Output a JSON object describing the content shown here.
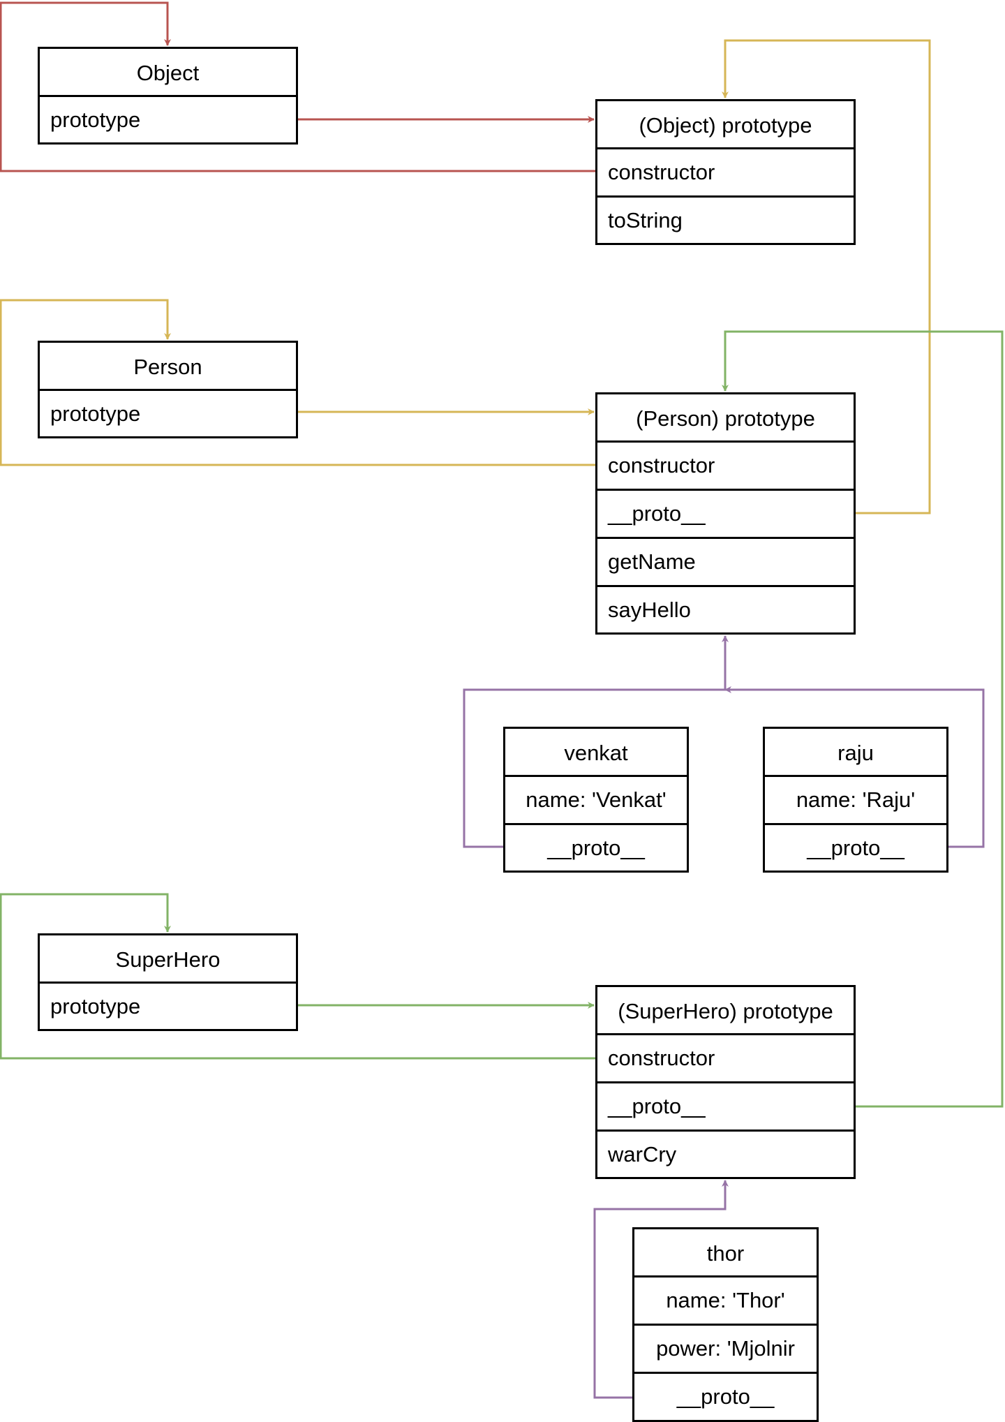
{
  "colors": {
    "object_link": "#b85450",
    "person_link": "#d6b656",
    "superhero_link": "#82b366",
    "instance_link": "#9673a6",
    "border": "#000000"
  },
  "boxes": {
    "object": {
      "title": "Object",
      "rows": [
        "prototype"
      ]
    },
    "object_prototype": {
      "title": "(Object) prototype",
      "rows": [
        "constructor",
        "toString"
      ]
    },
    "person": {
      "title": "Person",
      "rows": [
        "prototype"
      ]
    },
    "person_prototype": {
      "title": "(Person) prototype",
      "rows": [
        "constructor",
        "__proto__",
        "getName",
        "sayHello"
      ]
    },
    "venkat": {
      "title": "venkat",
      "rows": [
        "name: 'Venkat'",
        "__proto__"
      ]
    },
    "raju": {
      "title": "raju",
      "rows": [
        "name: 'Raju'",
        "__proto__"
      ]
    },
    "superhero": {
      "title": "SuperHero",
      "rows": [
        "prototype"
      ]
    },
    "superhero_prototype": {
      "title": "(SuperHero) prototype",
      "rows": [
        "constructor",
        "__proto__",
        "warCry"
      ]
    },
    "thor": {
      "title": "thor",
      "rows": [
        "name: 'Thor'",
        "power: 'Mjolnir",
        "__proto__"
      ]
    }
  }
}
